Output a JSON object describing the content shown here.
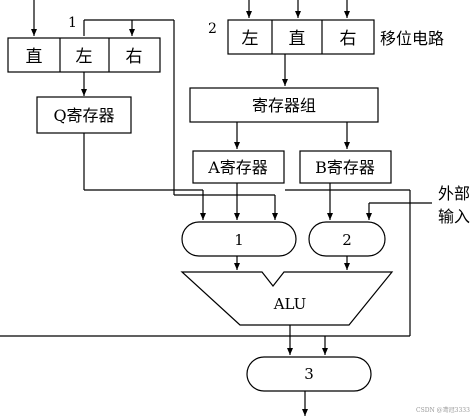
{
  "shifter1": {
    "index": "1",
    "cells": [
      "直",
      "左",
      "右"
    ]
  },
  "shifter2": {
    "index": "2",
    "cells": [
      "左",
      "直",
      "右"
    ],
    "caption": "移位电路"
  },
  "q_register": "Q寄存器",
  "register_group": "寄存器组",
  "a_register": "A寄存器",
  "b_register": "B寄存器",
  "mux1_label": "1",
  "mux2_label": "2",
  "alu_label": "ALU",
  "mux3_label": "3",
  "external_input": [
    "外部",
    "输入"
  ],
  "watermark": "CSDN @鸢冠3333",
  "colors": {
    "line": "#000000",
    "background": "#ffffff"
  }
}
